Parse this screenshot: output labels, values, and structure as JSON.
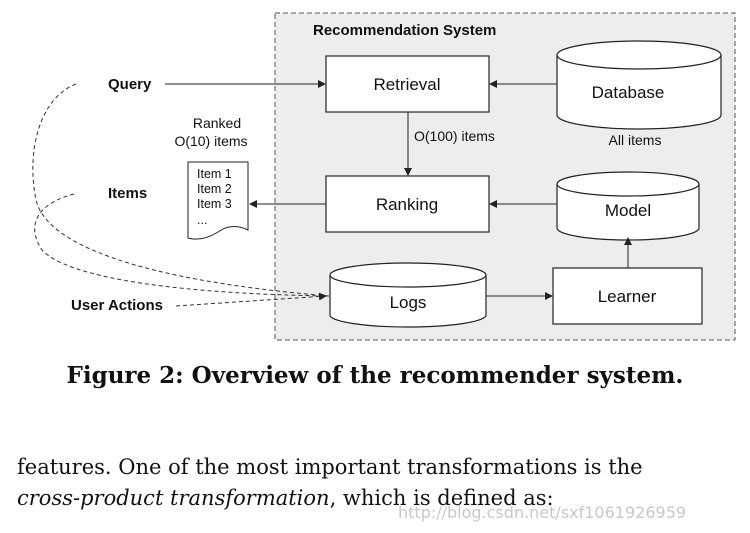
{
  "diagram": {
    "system_title": "Recommendation System",
    "inputs": {
      "query": "Query",
      "items": "Items",
      "user_actions": "User Actions"
    },
    "nodes": {
      "retrieval": "Retrieval",
      "database": "Database",
      "database_caption": "All items",
      "ranking": "Ranking",
      "model": "Model",
      "logs": "Logs",
      "learner": "Learner"
    },
    "edge_labels": {
      "retrieval_to_ranking": "O(100) items"
    },
    "ranked_label": [
      "Ranked",
      "O(10) items"
    ],
    "ranked_items": [
      "Item 1",
      "Item 2",
      "Item 3",
      "..."
    ]
  },
  "figure_caption": "Figure 2: Overview of the recommender system.",
  "body_text": {
    "line1": "features. One of the most important transformations is the",
    "line2_italic": "cross-product transformation",
    "line2_rest": ", which is defined as:"
  },
  "watermark": "http://blog.csdn.net/sxf1061926959",
  "colors": {
    "system_bg": "#ededed",
    "stroke": "#222222",
    "text": "#111111"
  }
}
